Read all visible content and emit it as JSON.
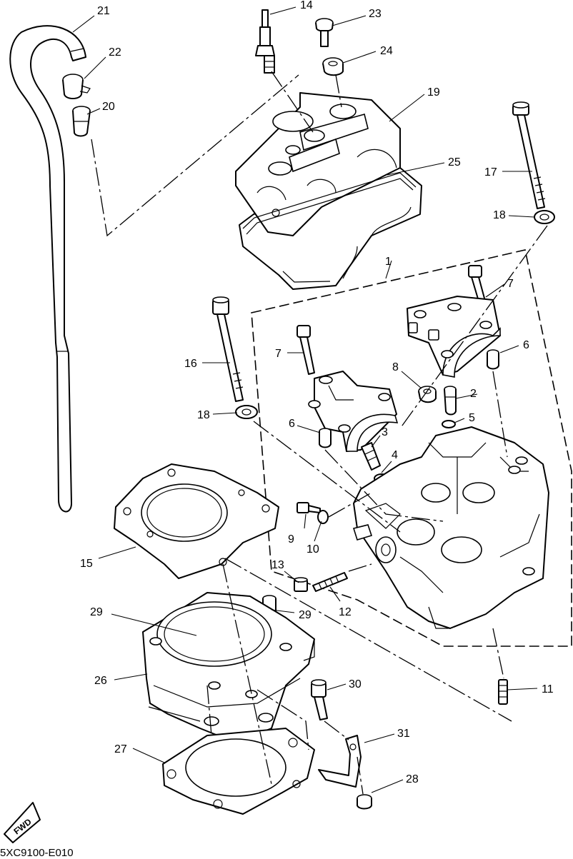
{
  "diagram": {
    "drawing_code": "5XC9100-E010",
    "direction_badge": "FWD",
    "callouts": [
      {
        "id": "c21",
        "label": "21"
      },
      {
        "id": "c14",
        "label": "14"
      },
      {
        "id": "c23",
        "label": "23"
      },
      {
        "id": "c22",
        "label": "22"
      },
      {
        "id": "c24",
        "label": "24"
      },
      {
        "id": "c20",
        "label": "20"
      },
      {
        "id": "c19",
        "label": "19"
      },
      {
        "id": "c25",
        "label": "25"
      },
      {
        "id": "c17",
        "label": "17"
      },
      {
        "id": "c18a",
        "label": "18"
      },
      {
        "id": "c1",
        "label": "1"
      },
      {
        "id": "c7a",
        "label": "7"
      },
      {
        "id": "c16",
        "label": "16"
      },
      {
        "id": "c7b",
        "label": "7"
      },
      {
        "id": "c6a",
        "label": "6"
      },
      {
        "id": "c8",
        "label": "8"
      },
      {
        "id": "c2",
        "label": "2"
      },
      {
        "id": "c18b",
        "label": "18"
      },
      {
        "id": "c5",
        "label": "5"
      },
      {
        "id": "c6b",
        "label": "6"
      },
      {
        "id": "c3",
        "label": "3"
      },
      {
        "id": "c4",
        "label": "4"
      },
      {
        "id": "c9",
        "label": "9"
      },
      {
        "id": "c10",
        "label": "10"
      },
      {
        "id": "c15",
        "label": "15"
      },
      {
        "id": "c13",
        "label": "13"
      },
      {
        "id": "c12",
        "label": "12"
      },
      {
        "id": "c29a",
        "label": "29"
      },
      {
        "id": "c29b",
        "label": "29"
      },
      {
        "id": "c26",
        "label": "26"
      },
      {
        "id": "c30",
        "label": "30"
      },
      {
        "id": "c11",
        "label": "11"
      },
      {
        "id": "c31",
        "label": "31"
      },
      {
        "id": "c27",
        "label": "27"
      },
      {
        "id": "c28",
        "label": "28"
      }
    ]
  }
}
